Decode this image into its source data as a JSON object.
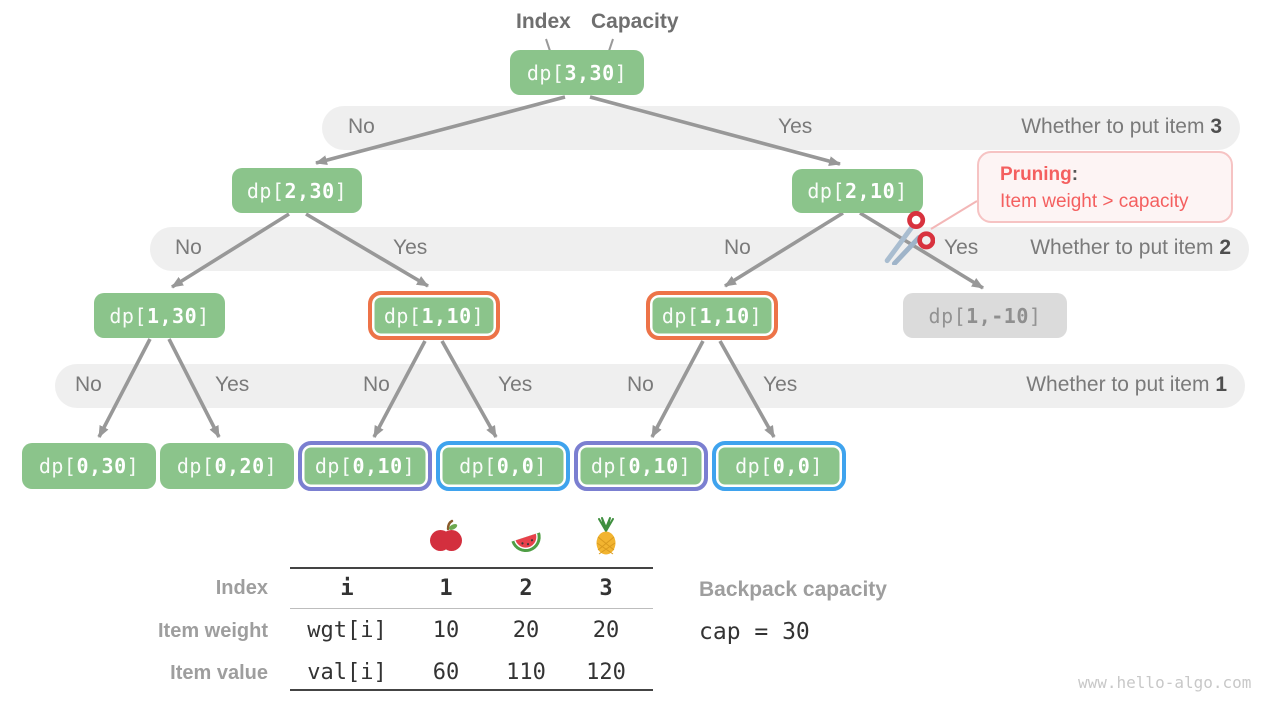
{
  "colors": {
    "node_green": "#8bc48b",
    "node_gray_bg": "#dbdbdb",
    "node_gray_text": "#8f8f8f",
    "border_orange": "#ed7348",
    "border_purple": "#7b7fd1",
    "border_blue": "#3fa3ee",
    "band_bg": "#efefef",
    "arrow": "#989898",
    "red": "#f45f5f",
    "red_bg": "#fdf4f4",
    "red_border": "#f6c3c3",
    "label_gray": "#9e9e9e",
    "ink": "#333333",
    "watermark": "#c8c8c8"
  },
  "annotations": {
    "index": "Index",
    "capacity": "Capacity"
  },
  "tree": {
    "nodes": [
      {
        "prefix": "dp[",
        "args": "3,30",
        "suffix": "]"
      },
      {
        "prefix": "dp[",
        "args": "2,30",
        "suffix": "]"
      },
      {
        "prefix": "dp[",
        "args": "2,10",
        "suffix": "]"
      },
      {
        "prefix": "dp[",
        "args": "1,30",
        "suffix": "]"
      },
      {
        "prefix": "dp[",
        "args": "1,10",
        "suffix": "]"
      },
      {
        "prefix": "dp[",
        "args": "1,10",
        "suffix": "]"
      },
      {
        "prefix": "dp[",
        "args": "1,-10",
        "suffix": "]"
      },
      {
        "prefix": "dp[",
        "args": "0,30",
        "suffix": "]"
      },
      {
        "prefix": "dp[",
        "args": "0,20",
        "suffix": "]"
      },
      {
        "prefix": "dp[",
        "args": "0,10",
        "suffix": "]"
      },
      {
        "prefix": "dp[",
        "args": "0,0",
        "suffix": "]"
      },
      {
        "prefix": "dp[",
        "args": "0,10",
        "suffix": "]"
      },
      {
        "prefix": "dp[",
        "args": "0,0",
        "suffix": "]"
      }
    ]
  },
  "bands": [
    {
      "no_yes": [
        "No",
        "Yes"
      ],
      "question": "Whether to put item ",
      "item": "3"
    },
    {
      "no_yes": [
        "No",
        "Yes",
        "No",
        "Yes"
      ],
      "question": "Whether to put item ",
      "item": "2"
    },
    {
      "no_yes": [
        "No",
        "Yes",
        "No",
        "Yes",
        "No",
        "Yes"
      ],
      "question": "Whether to put item ",
      "item": "1"
    }
  ],
  "pruning": {
    "title": "Pruning",
    "colon": ":",
    "line2": "Item weight > capacity"
  },
  "table": {
    "fruit_icons": [
      "apple-icon",
      "watermelon-icon",
      "pineapple-icon"
    ],
    "row_labels": [
      "Index",
      "Item weight",
      "Item value"
    ],
    "header": {
      "var": "i",
      "cols": [
        "1",
        "2",
        "3"
      ]
    },
    "rows": [
      {
        "var": "wgt[i]",
        "values": [
          "10",
          "20",
          "20"
        ]
      },
      {
        "var": "val[i]",
        "values": [
          "60",
          "110",
          "120"
        ]
      }
    ]
  },
  "backpack": {
    "label": "Backpack capacity",
    "code": "cap = 30"
  },
  "watermark": "www.hello-algo.com",
  "icons": {
    "scissors": "scissors-icon"
  }
}
